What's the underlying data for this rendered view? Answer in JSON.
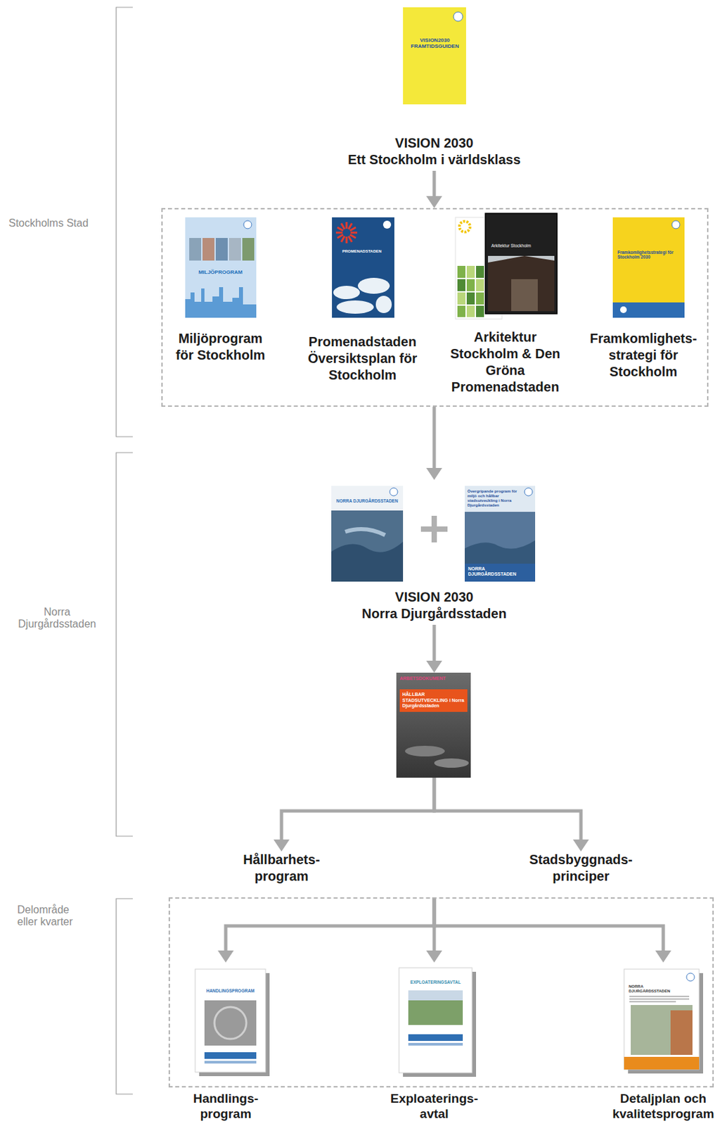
{
  "diagram": {
    "nodes": [
      {
        "text": [
          "VISION 2030",
          "Ett Stockholm i världsklass"
        ]
      },
      {
        "text": []
      },
      {
        "text": [
          "Miljöprogram för Stockholm"
        ],
        "in": 1
      },
      {
        "text": [
          "Promenadstaden Översiktsplan för Stockholm"
        ],
        "in": 1
      },
      {
        "text": [
          "Arkitektur Stockholm & Den Gröna Promenadstaden"
        ],
        "in": 1
      },
      {
        "text": [
          "Framkomlighets- strategi för Stockholm"
        ],
        "in": 1
      },
      {
        "text": [
          "VISION 2030",
          "Norra Djurgårdsstaden"
        ]
      },
      {
        "text": [
          "ARBETSDOKUMENT",
          "HÅLLBAR STADSUTVECKLING i Norra Djurgårdsstaden"
        ]
      },
      {
        "text": [
          "Hållbarhets- program"
        ]
      },
      {
        "text": [
          "Stadsbyggnads- principer"
        ]
      },
      {
        "text": []
      },
      {
        "text": [
          "Handlings- program"
        ],
        "in": 10
      },
      {
        "text": [
          "Exploaterings- avtal"
        ],
        "in": 10
      },
      {
        "text": [
          "Detaljplan och kvalitetsprogram"
        ],
        "in": 10
      }
    ],
    "edges": [
      {
        "from": 0,
        "to": 1,
        "arrow": "to"
      },
      {
        "from": 1,
        "to": 6,
        "arrow": "to"
      },
      {
        "from": 6,
        "to": 7,
        "arrow": "to"
      },
      {
        "from": 7,
        "to": 8,
        "arrow": "to"
      },
      {
        "from": 7,
        "to": 9,
        "arrow": "to"
      },
      {
        "from": 10,
        "to": 11,
        "arrow": "to"
      },
      {
        "from": 10,
        "to": 12,
        "arrow": "to"
      },
      {
        "from": 10,
        "to": 13,
        "arrow": "to"
      }
    ],
    "labels": [
      "VISION2030 FRAMTIDSGUIDEN",
      "Stockholms Stad",
      "MILJÖPROGRAM",
      "PROMENADSTADEN",
      "Arkitektur Stockholm",
      "Framkomlighetsstrategi för Stockholm 2030",
      "Övergripande program för miljö och hållbar stadsutveckling i Norra Djurgårdsstaden",
      "NORRA DJURGÅRDSSTADEN",
      "NORRA DJURGÅRDSSTADEN",
      "Norra Djurgårdsstaden",
      "Delområde eller kvarter",
      "HANDLINGSPROGRAM",
      "EXPLOATERINGSAVTAL",
      "NORRA DJURGÅRDSSTADEN"
    ]
  }
}
